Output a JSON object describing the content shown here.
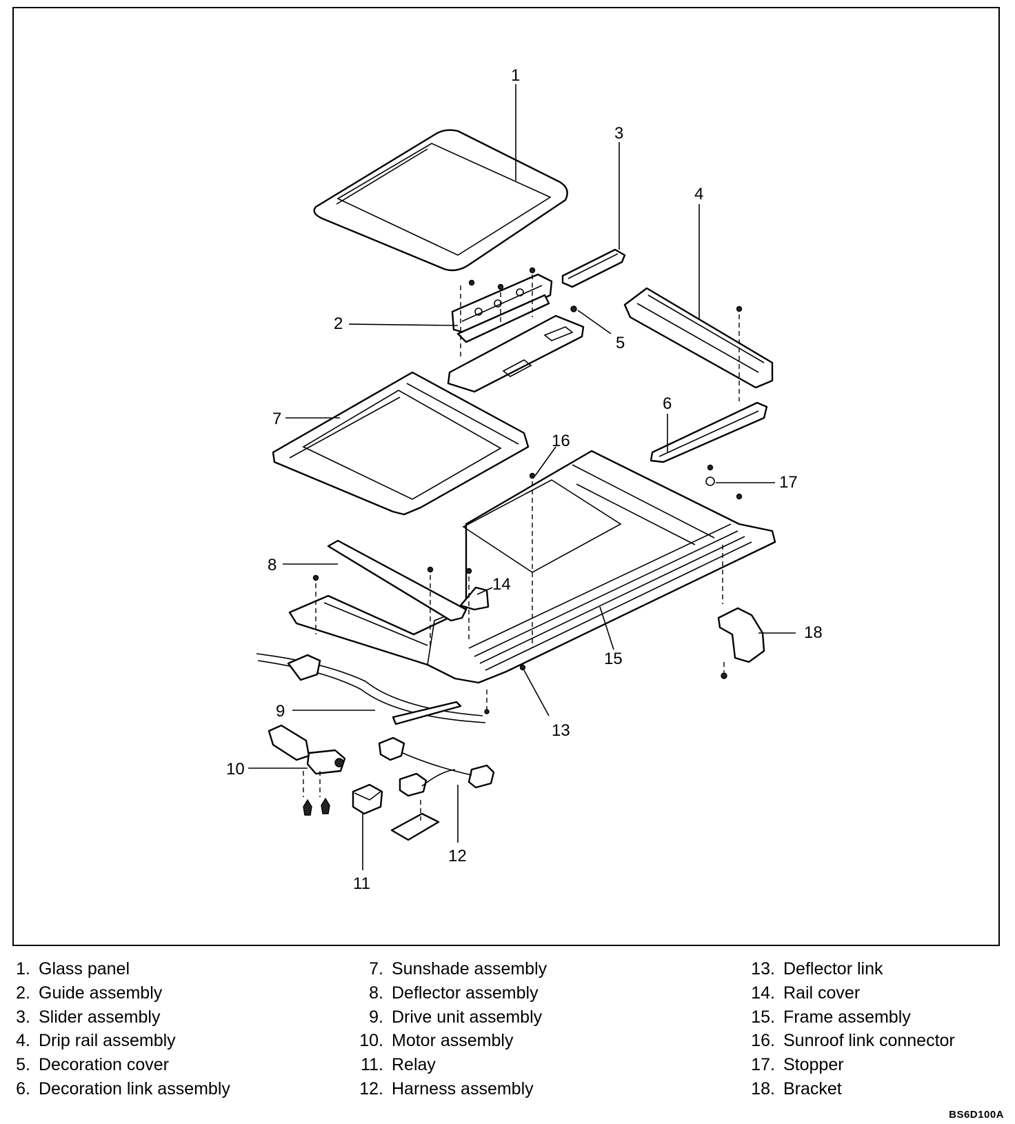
{
  "callouts": [
    "1",
    "2",
    "3",
    "4",
    "5",
    "6",
    "7",
    "8",
    "9",
    "10",
    "11",
    "12",
    "13",
    "14",
    "15",
    "16",
    "17",
    "18"
  ],
  "legend": [
    {
      "num": "1.",
      "label": "Glass panel"
    },
    {
      "num": "2.",
      "label": "Guide assembly"
    },
    {
      "num": "3.",
      "label": "Slider assembly"
    },
    {
      "num": "4.",
      "label": "Drip rail assembly"
    },
    {
      "num": "5.",
      "label": "Decoration cover"
    },
    {
      "num": "6.",
      "label": "Decoration link assembly"
    },
    {
      "num": "7.",
      "label": "Sunshade assembly"
    },
    {
      "num": "8.",
      "label": "Deflector assembly"
    },
    {
      "num": "9.",
      "label": "Drive unit assembly"
    },
    {
      "num": "10.",
      "label": "Motor assembly"
    },
    {
      "num": "11.",
      "label": "Relay"
    },
    {
      "num": "12.",
      "label": "Harness assembly"
    },
    {
      "num": "13.",
      "label": "Deflector link"
    },
    {
      "num": "14.",
      "label": "Rail cover"
    },
    {
      "num": "15.",
      "label": "Frame assembly"
    },
    {
      "num": "16.",
      "label": "Sunroof link connector"
    },
    {
      "num": "17.",
      "label": "Stopper"
    },
    {
      "num": "18.",
      "label": "Bracket"
    }
  ],
  "figure_code": "BS6D100A"
}
